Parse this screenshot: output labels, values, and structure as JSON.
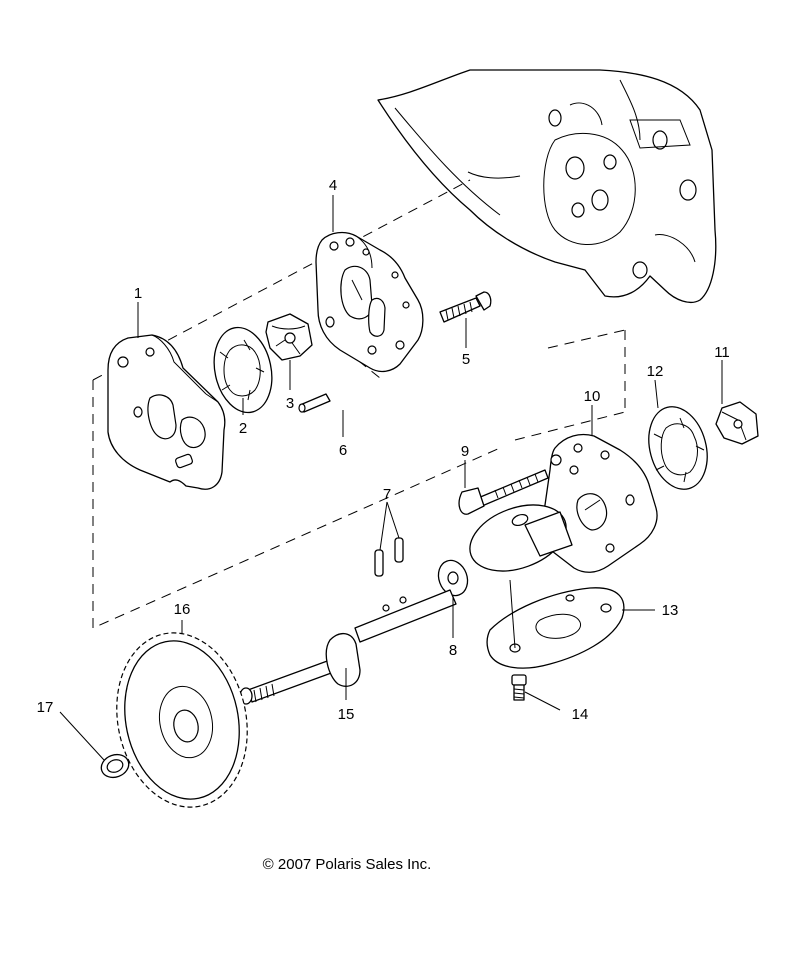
{
  "callouts": [
    {
      "id": "1",
      "label": "1"
    },
    {
      "id": "2",
      "label": "2"
    },
    {
      "id": "3",
      "label": "3"
    },
    {
      "id": "4",
      "label": "4"
    },
    {
      "id": "5",
      "label": "5"
    },
    {
      "id": "6",
      "label": "6"
    },
    {
      "id": "7",
      "label": "7"
    },
    {
      "id": "8",
      "label": "8"
    },
    {
      "id": "9",
      "label": "9"
    },
    {
      "id": "10",
      "label": "10"
    },
    {
      "id": "11",
      "label": "11"
    },
    {
      "id": "12",
      "label": "12"
    },
    {
      "id": "13",
      "label": "13"
    },
    {
      "id": "14",
      "label": "14"
    },
    {
      "id": "15",
      "label": "15"
    },
    {
      "id": "16",
      "label": "16"
    },
    {
      "id": "17",
      "label": "17"
    }
  ],
  "copyright": "© 2007 Polaris Sales Inc."
}
